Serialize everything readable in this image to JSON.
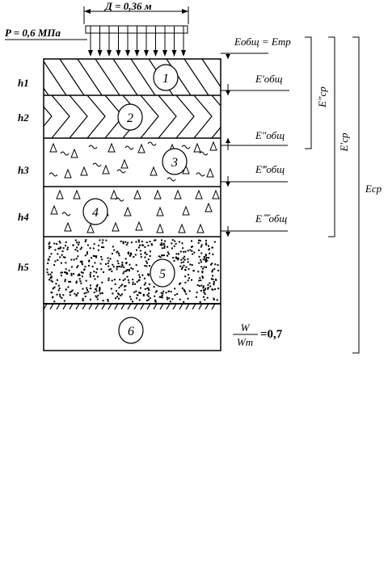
{
  "load": {
    "pressure_label": "P = 0,6 МПа",
    "diameter_label": "Д = 0,36 м"
  },
  "layers": [
    {
      "number": "1",
      "thickness_label": "h1"
    },
    {
      "number": "2",
      "thickness_label": "h2"
    },
    {
      "number": "3",
      "thickness_label": "h3"
    },
    {
      "number": "4",
      "thickness_label": "h4"
    },
    {
      "number": "5",
      "thickness_label": "h5"
    },
    {
      "number": "6",
      "thickness_label": ""
    }
  ],
  "moduli": {
    "top": "Eобщ = Eтр",
    "level1": "E′общ",
    "level2": "E″общ",
    "level3": "E‴общ",
    "level4": "E⁗общ"
  },
  "brackets": {
    "inner": "E″ср",
    "middle": "E′ср",
    "outer": "Eср"
  },
  "moisture": {
    "numerator": "W",
    "denominator": "Wт",
    "value": "=0,7"
  }
}
